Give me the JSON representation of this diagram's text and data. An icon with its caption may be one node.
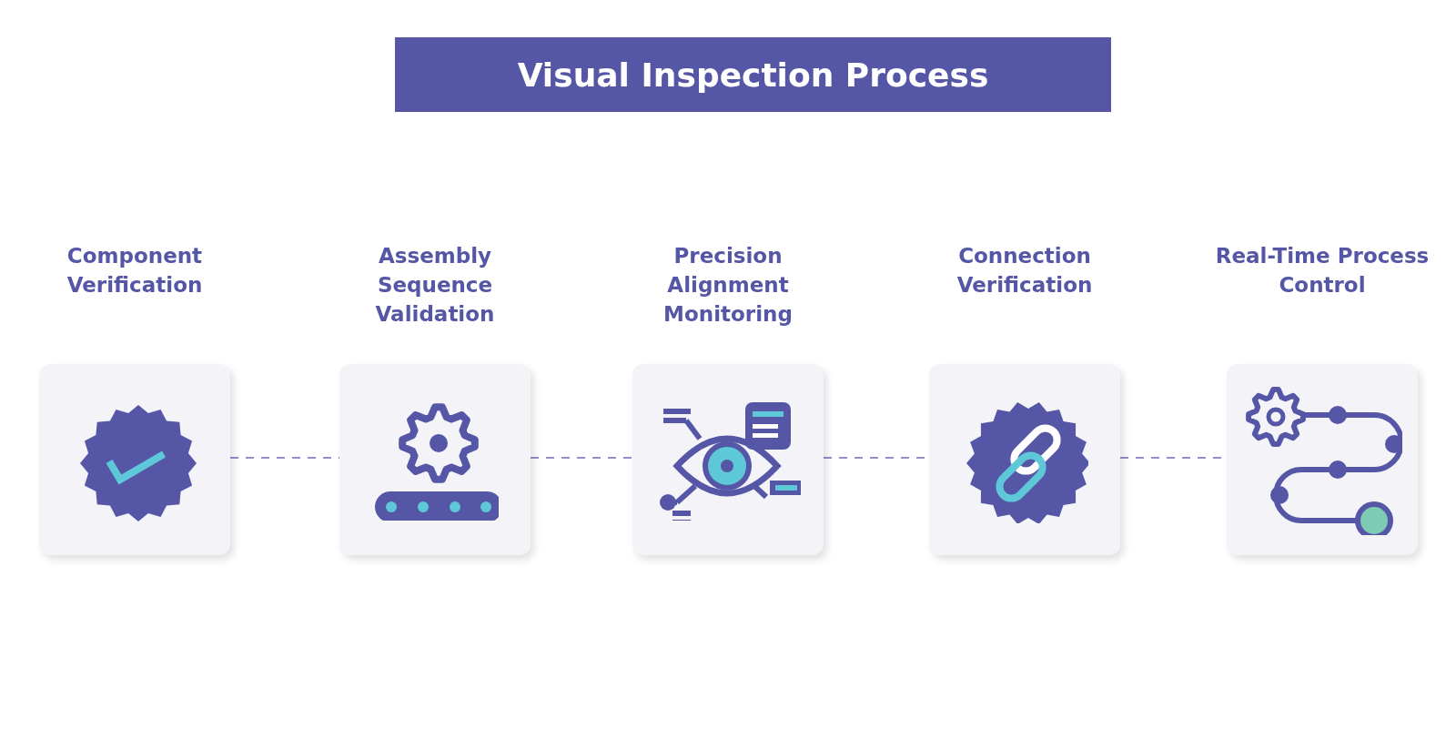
{
  "diagram": {
    "title": "Visual Inspection Process",
    "nodes": [
      {
        "text": [
          "Component Verification"
        ]
      },
      {
        "text": [
          "Assembly Sequence Validation"
        ]
      },
      {
        "text": [
          "Precision Alignment Monitoring"
        ]
      },
      {
        "text": [
          "Connection Verification"
        ]
      },
      {
        "text": [
          "Real-Time Process Control"
        ]
      }
    ],
    "edges": [
      {
        "from": 0,
        "to": 1,
        "arrow": "none",
        "style": "dashed"
      },
      {
        "from": 1,
        "to": 2,
        "arrow": "none",
        "style": "dashed"
      },
      {
        "from": 2,
        "to": 3,
        "arrow": "none",
        "style": "dashed"
      },
      {
        "from": 3,
        "to": 4,
        "arrow": "none",
        "style": "dashed"
      }
    ]
  }
}
